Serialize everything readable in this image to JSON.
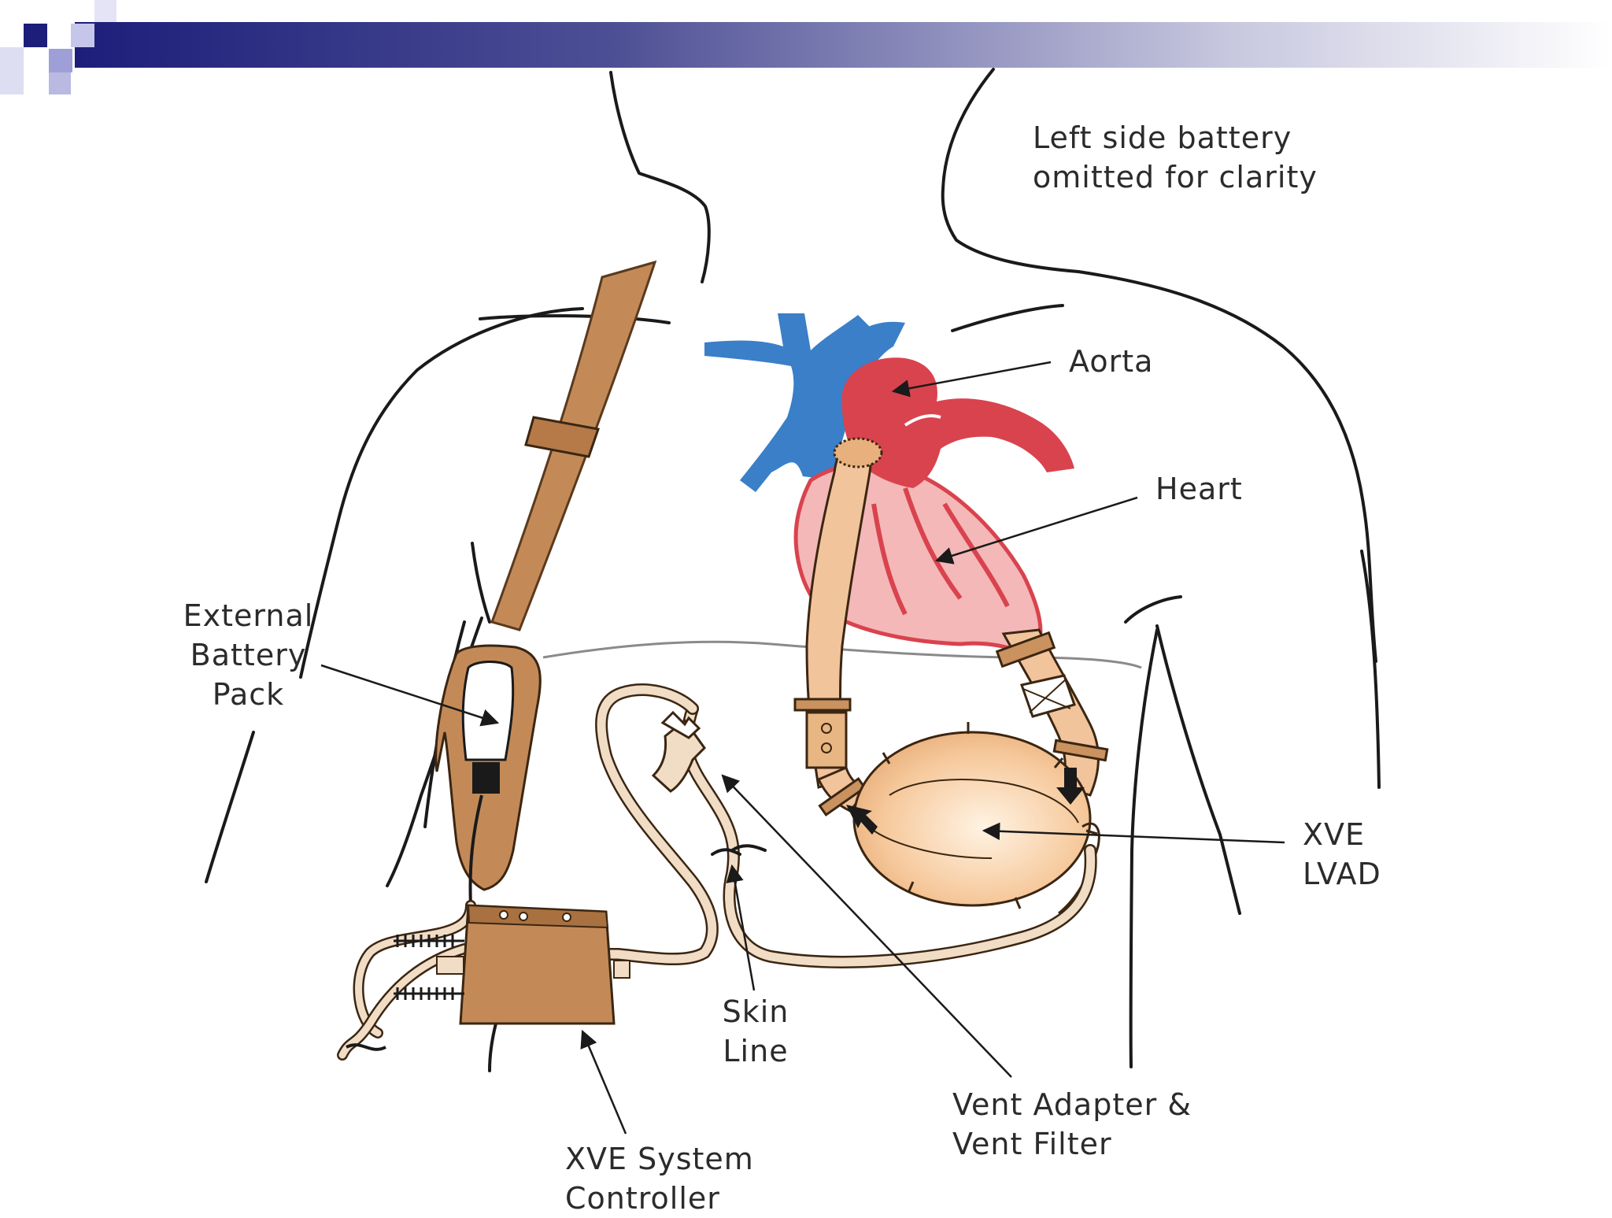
{
  "note": {
    "line1": "Left side battery",
    "line2": "omitted for clarity"
  },
  "labels": {
    "aorta": "Aorta",
    "heart": "Heart",
    "battery": {
      "line1": "External",
      "line2": "Battery",
      "line3": "Pack"
    },
    "lvad": {
      "line1": "XVE",
      "line2": "LVAD"
    },
    "skin_line": {
      "line1": "Skin",
      "line2": "Line"
    },
    "vent": {
      "line1": "Vent Adapter &",
      "line2": "Vent Filter"
    },
    "controller": {
      "line1": "XVE System",
      "line2": "Controller"
    }
  },
  "colors": {
    "header_navy": "#1c1e7a",
    "header_square_light": "#9f9fd8",
    "strap": "#c38a58",
    "heart_red": "#d9434e",
    "heart_fill": "#f4b8b8",
    "vessel_blue": "#3a7fc8",
    "graft_tan": "#f2c49c",
    "pump": "#f5c79a",
    "controller": "#c38a58",
    "skin_line": "#f1dcc5",
    "outline": "#1a1a1a"
  }
}
